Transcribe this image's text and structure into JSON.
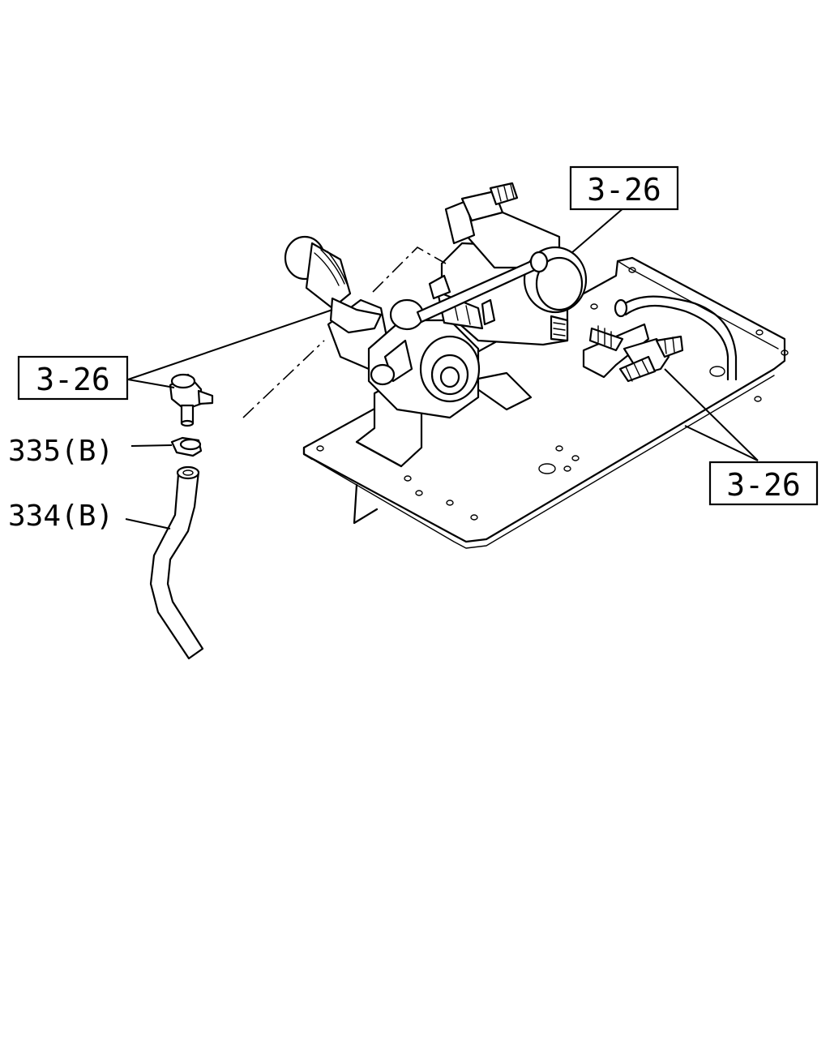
{
  "callouts": {
    "ref_top": "3-26",
    "ref_left": "3-26",
    "ref_right": "3-26"
  },
  "parts": {
    "clip": "335(B)",
    "hose": "334(B)"
  }
}
